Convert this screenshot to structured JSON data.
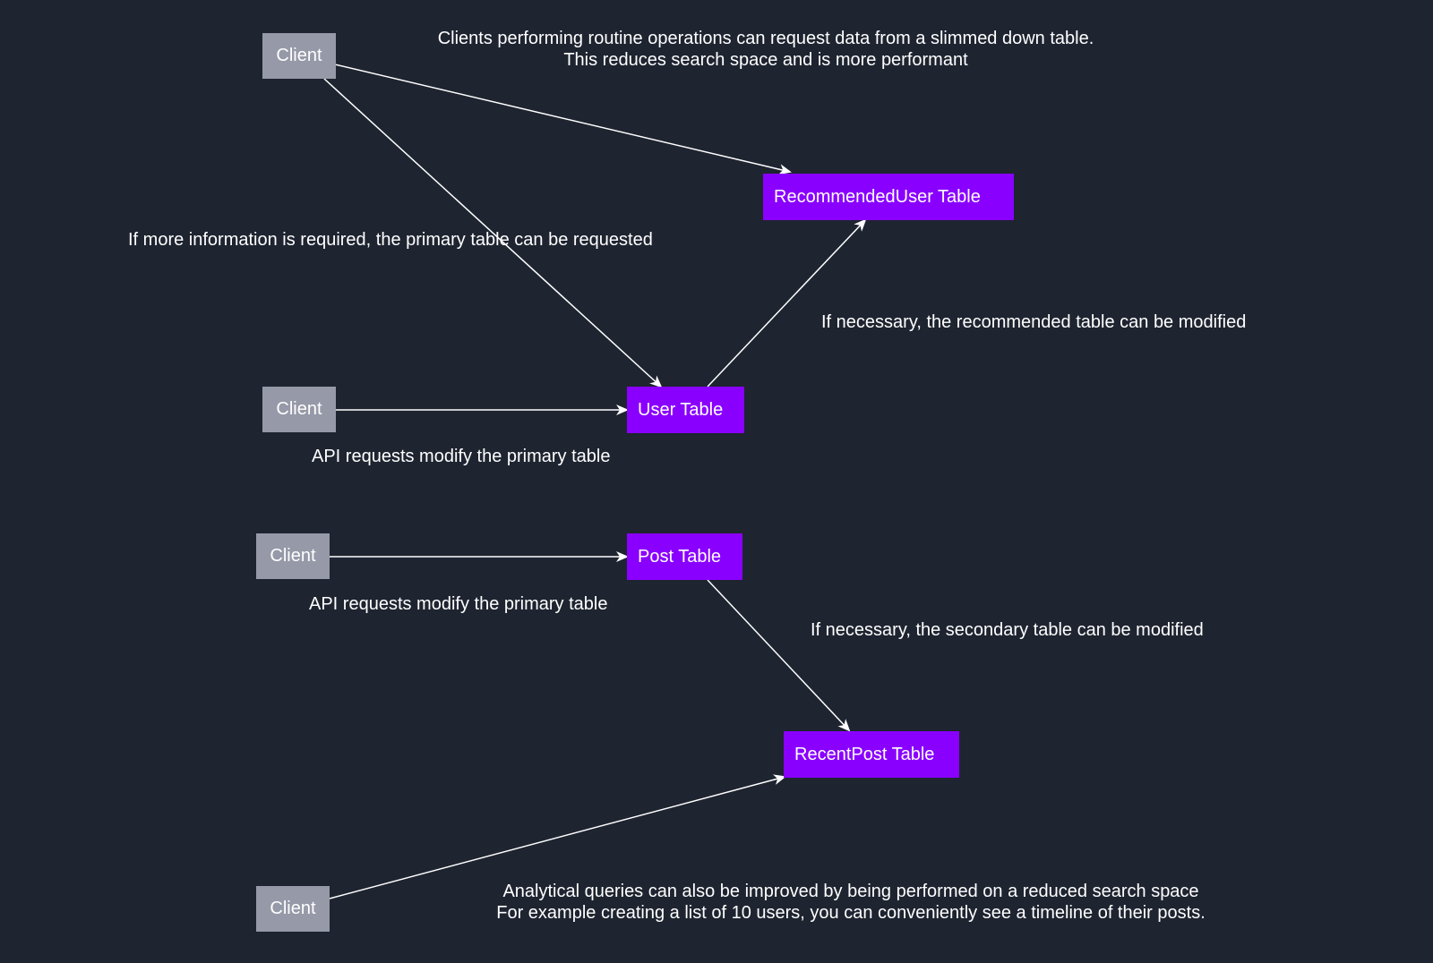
{
  "colors": {
    "background": "#1e2430",
    "client_box": "#9699a8",
    "table_box": "#8a00ff",
    "text": "#ffffff",
    "arrow": "#ffffff"
  },
  "nodes": {
    "client_1": "Client",
    "client_2": "Client",
    "client_3": "Client",
    "client_4": "Client",
    "recommended_user_table": "RecommendedUser Table",
    "user_table": "User Table",
    "post_table": "Post Table",
    "recent_post_table": "RecentPost Table"
  },
  "notes": {
    "slimmed_table_line1": "Clients performing routine operations can request data from a slimmed down table.",
    "slimmed_table_line2": "This reduces search space and is more performant",
    "primary_table_request": "If more information is required, the primary table can be requested",
    "recommended_modified": "If necessary, the recommended table can be modified",
    "user_api_requests": "API requests modify the primary table",
    "post_api_requests": "API requests modify the primary table",
    "secondary_modified": "If necessary, the secondary table can be modified",
    "analytical_line1": "Analytical queries can also be improved by being performed on a reduced search space",
    "analytical_line2": "For example creating a list of 10 users, you can conveniently see a timeline of their posts."
  },
  "edges": [
    {
      "from": "client_1",
      "to": "recommended_user_table"
    },
    {
      "from": "client_1",
      "to": "user_table"
    },
    {
      "from": "client_2",
      "to": "user_table"
    },
    {
      "from": "user_table",
      "to": "recommended_user_table"
    },
    {
      "from": "client_3",
      "to": "post_table"
    },
    {
      "from": "post_table",
      "to": "recent_post_table"
    },
    {
      "from": "client_4",
      "to": "recent_post_table"
    }
  ]
}
